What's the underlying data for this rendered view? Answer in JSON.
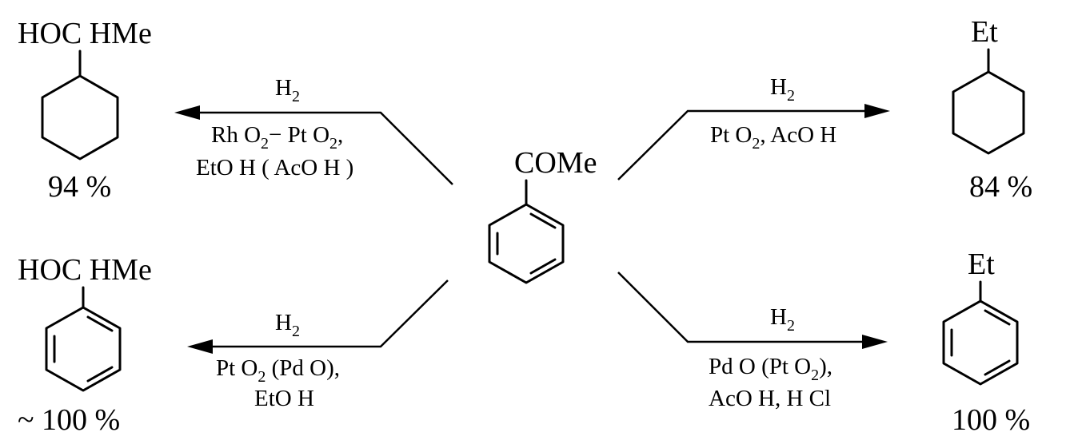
{
  "center": {
    "substituent": "COMe"
  },
  "reactions": {
    "upper_left": {
      "reagent": "H",
      "reagent_sub": "2",
      "cond1": [
        {
          "t": "Rh O",
          "sub": false
        },
        {
          "t": "2",
          "sub": true
        },
        {
          "t": "− Pt O",
          "sub": false
        },
        {
          "t": "2",
          "sub": true
        },
        {
          "t": ",",
          "sub": false
        }
      ],
      "cond2": "EtO H  ( AcO H )",
      "product_substituent": "HOC HMe",
      "yield": "94 %"
    },
    "lower_left": {
      "reagent": "H",
      "reagent_sub": "2",
      "cond1": [
        {
          "t": "Pt O",
          "sub": false
        },
        {
          "t": "2",
          "sub": true
        },
        {
          "t": " (Pd O),",
          "sub": false
        }
      ],
      "cond2": "EtO H",
      "product_substituent": "HOC HMe",
      "yield": "~ 100 %"
    },
    "upper_right": {
      "reagent": "H",
      "reagent_sub": "2",
      "cond1": [
        {
          "t": "Pt O",
          "sub": false
        },
        {
          "t": "2",
          "sub": true
        },
        {
          "t": ",  AcO H",
          "sub": false
        }
      ],
      "product_substituent": "Et",
      "yield": "84 %"
    },
    "lower_right": {
      "reagent": "H",
      "reagent_sub": "2",
      "cond1": [
        {
          "t": "Pd O  (Pt O",
          "sub": false
        },
        {
          "t": "2",
          "sub": true
        },
        {
          "t": "),",
          "sub": false
        }
      ],
      "cond2": "AcO H,  H Cl",
      "product_substituent": "Et",
      "yield": "100 %"
    }
  }
}
